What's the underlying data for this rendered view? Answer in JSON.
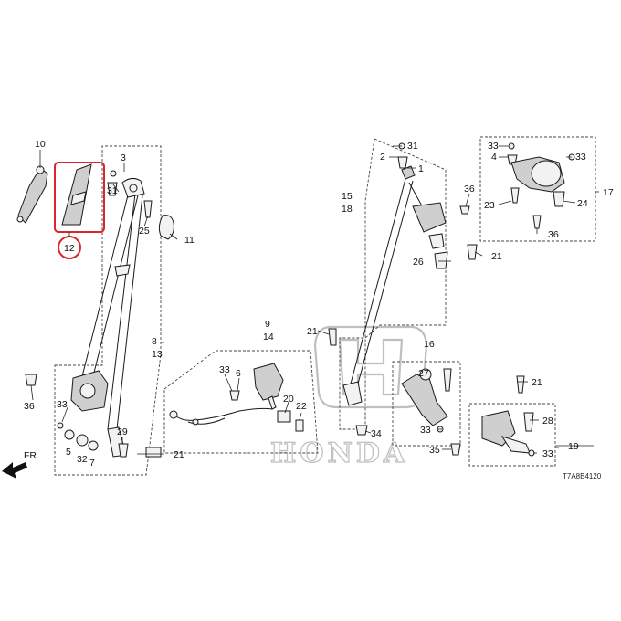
{
  "diagram": {
    "code": "T7A8B4120",
    "direction_label": "FR.",
    "watermark": "HONDA",
    "callouts": {
      "c1": "1",
      "c2": "2",
      "c3": "3",
      "c4": "4",
      "c5": "5",
      "c6": "6",
      "c7": "7",
      "c8": "8",
      "c9": "9",
      "c10": "10",
      "c11": "11",
      "c12": "12",
      "c13": "13",
      "c14": "14",
      "c15": "15",
      "c16": "16",
      "c17": "17",
      "c18": "18",
      "c19": "19",
      "c20": "20",
      "c21": "21",
      "c22": "22",
      "c23": "23",
      "c24": "24",
      "c25": "25",
      "c26": "26",
      "c27": "27",
      "c28": "28",
      "c29": "29",
      "c31": "31",
      "c32": "32",
      "c33": "33",
      "c34": "34",
      "c35": "35",
      "c36": "36"
    },
    "highlight_color": "#d9262c"
  }
}
